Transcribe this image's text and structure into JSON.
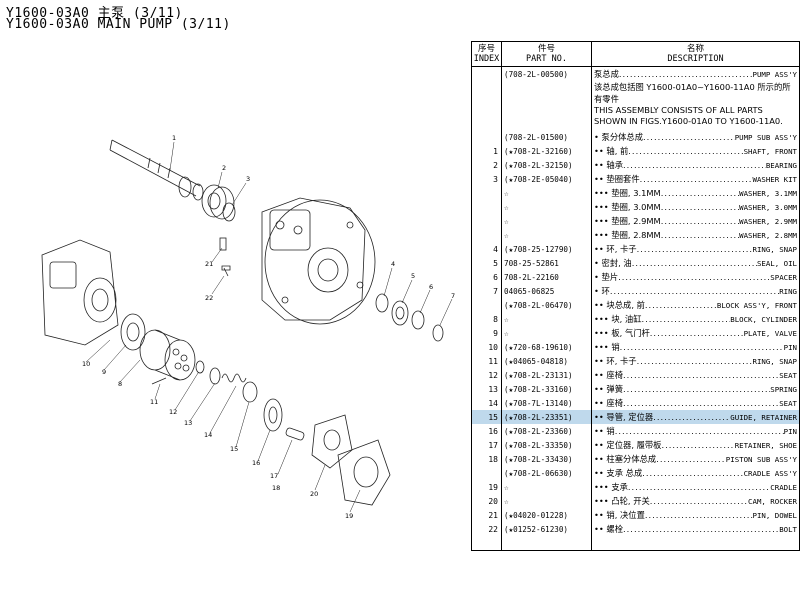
{
  "header": {
    "title_cn": "Y1600-03A0 主泵 (3/11)",
    "title_en": "Y1600-03A0 MAIN PUMP (3/11)"
  },
  "table": {
    "headers": {
      "index_cn": "序号",
      "index_en": "INDEX",
      "part_cn": "件号",
      "part_en": "PART NO.",
      "desc_cn": "名称",
      "desc_en": "DESCRIPTION"
    },
    "assembly": {
      "part_no": "(708-2L-00500)",
      "desc_cn": "泵总成",
      "desc_en": "PUMP ASS'Y",
      "note_cn": "该总成包括图 Y1600-01A0~Y1600-11A0 所示的所有零件",
      "note_en": "THIS ASSEMBLY CONSISTS OF ALL PARTS SHOWN IN FIGS.Y1600-01A0 TO Y1600-11A0."
    },
    "rows": [
      {
        "index": "",
        "part_no": "(708-2L-01500)",
        "desc_cn": "• 泵分体总成",
        "desc_en": "PUMP SUB ASS'Y"
      },
      {
        "index": "1",
        "part_no": "(★708-2L-32160)",
        "desc_cn": "•• 轴, 前",
        "desc_en": "SHAFT, FRONT"
      },
      {
        "index": "2",
        "part_no": "(★708-2L-32150)",
        "desc_cn": "•• 轴承",
        "desc_en": "BEARING"
      },
      {
        "index": "3",
        "part_no": "(★708-2E-05040)",
        "desc_cn": "•• 垫圈套件",
        "desc_en": "WASHER KIT"
      },
      {
        "index": "",
        "part_no": "☆",
        "desc_cn": "••• 垫圈, 3.1MM",
        "desc_en": "WASHER, 3.1MM"
      },
      {
        "index": "",
        "part_no": "☆",
        "desc_cn": "••• 垫圈, 3.0MM",
        "desc_en": "WASHER, 3.0MM"
      },
      {
        "index": "",
        "part_no": "☆",
        "desc_cn": "••• 垫圈, 2.9MM",
        "desc_en": "WASHER, 2.9MM"
      },
      {
        "index": "",
        "part_no": "☆",
        "desc_cn": "••• 垫圈, 2.8MM",
        "desc_en": "WASHER, 2.8MM"
      },
      {
        "index": "4",
        "part_no": "(★708-25-12790)",
        "desc_cn": "•• 环, 卡子",
        "desc_en": "RING, SNAP"
      },
      {
        "index": "5",
        "part_no": "708-25-52861",
        "desc_cn": "• 密封, 油",
        "desc_en": "SEAL, OIL"
      },
      {
        "index": "6",
        "part_no": "708-2L-22160",
        "desc_cn": "• 垫片",
        "desc_en": "SPACER"
      },
      {
        "index": "7",
        "part_no": "04065-06825",
        "desc_cn": "• 环",
        "desc_en": "RING"
      },
      {
        "index": "",
        "part_no": "(★708-2L-06470)",
        "desc_cn": "•• 块总成, 前",
        "desc_en": "BLOCK ASS'Y, FRONT"
      },
      {
        "index": "8",
        "part_no": "☆",
        "desc_cn": "••• 块, 油缸",
        "desc_en": "BLOCK, CYLINDER"
      },
      {
        "index": "9",
        "part_no": "☆",
        "desc_cn": "••• 板, 气门杆",
        "desc_en": "PLATE, VALVE"
      },
      {
        "index": "10",
        "part_no": "(★720-68-19610)",
        "desc_cn": "••• 销",
        "desc_en": "PIN"
      },
      {
        "index": "11",
        "part_no": "(★04065-04818)",
        "desc_cn": "•• 环, 卡子",
        "desc_en": "RING, SNAP"
      },
      {
        "index": "12",
        "part_no": "(★708-2L-23131)",
        "desc_cn": "•• 座椅",
        "desc_en": "SEAT"
      },
      {
        "index": "13",
        "part_no": "(★708-2L-33160)",
        "desc_cn": "•• 弹簧",
        "desc_en": "SPRING"
      },
      {
        "index": "14",
        "part_no": "(★708-7L-13140)",
        "desc_cn": "•• 座椅",
        "desc_en": "SEAT"
      },
      {
        "index": "15",
        "part_no": "(★708-2L-23351)",
        "desc_cn": "•• 导管, 定位器",
        "desc_en": "GUIDE, RETAINER",
        "highlight": true
      },
      {
        "index": "16",
        "part_no": "(★708-2L-23360)",
        "desc_cn": "•• 销",
        "desc_en": "PIN"
      },
      {
        "index": "17",
        "part_no": "(★708-2L-33350)",
        "desc_cn": "•• 定位器, 履带板",
        "desc_en": "RETAINER, SHOE"
      },
      {
        "index": "18",
        "part_no": "(★708-2L-33430)",
        "desc_cn": "•• 柱塞分体总成",
        "desc_en": "PISTON SUB ASS'Y"
      },
      {
        "index": "",
        "part_no": "(★708-2L-06630)",
        "desc_cn": "•• 支承 总成",
        "desc_en": "CRADLE ASS'Y"
      },
      {
        "index": "19",
        "part_no": "☆",
        "desc_cn": "••• 支承",
        "desc_en": "CRADLE"
      },
      {
        "index": "20",
        "part_no": "☆",
        "desc_cn": "••• 凸轮, 开关",
        "desc_en": "CAM, ROCKER"
      },
      {
        "index": "21",
        "part_no": "(★04020-01228)",
        "desc_cn": "•• 销, 决位置",
        "desc_en": "PIN, DOWEL"
      },
      {
        "index": "22",
        "part_no": "(★01252-61230)",
        "desc_cn": "•• 螺栓",
        "desc_en": "BOLT"
      }
    ]
  },
  "callouts": [
    "1",
    "2",
    "3",
    "4",
    "5",
    "6",
    "7",
    "8",
    "9",
    "10",
    "11",
    "12",
    "13",
    "14",
    "15",
    "16",
    "17",
    "18",
    "19",
    "20",
    "21",
    "22"
  ]
}
